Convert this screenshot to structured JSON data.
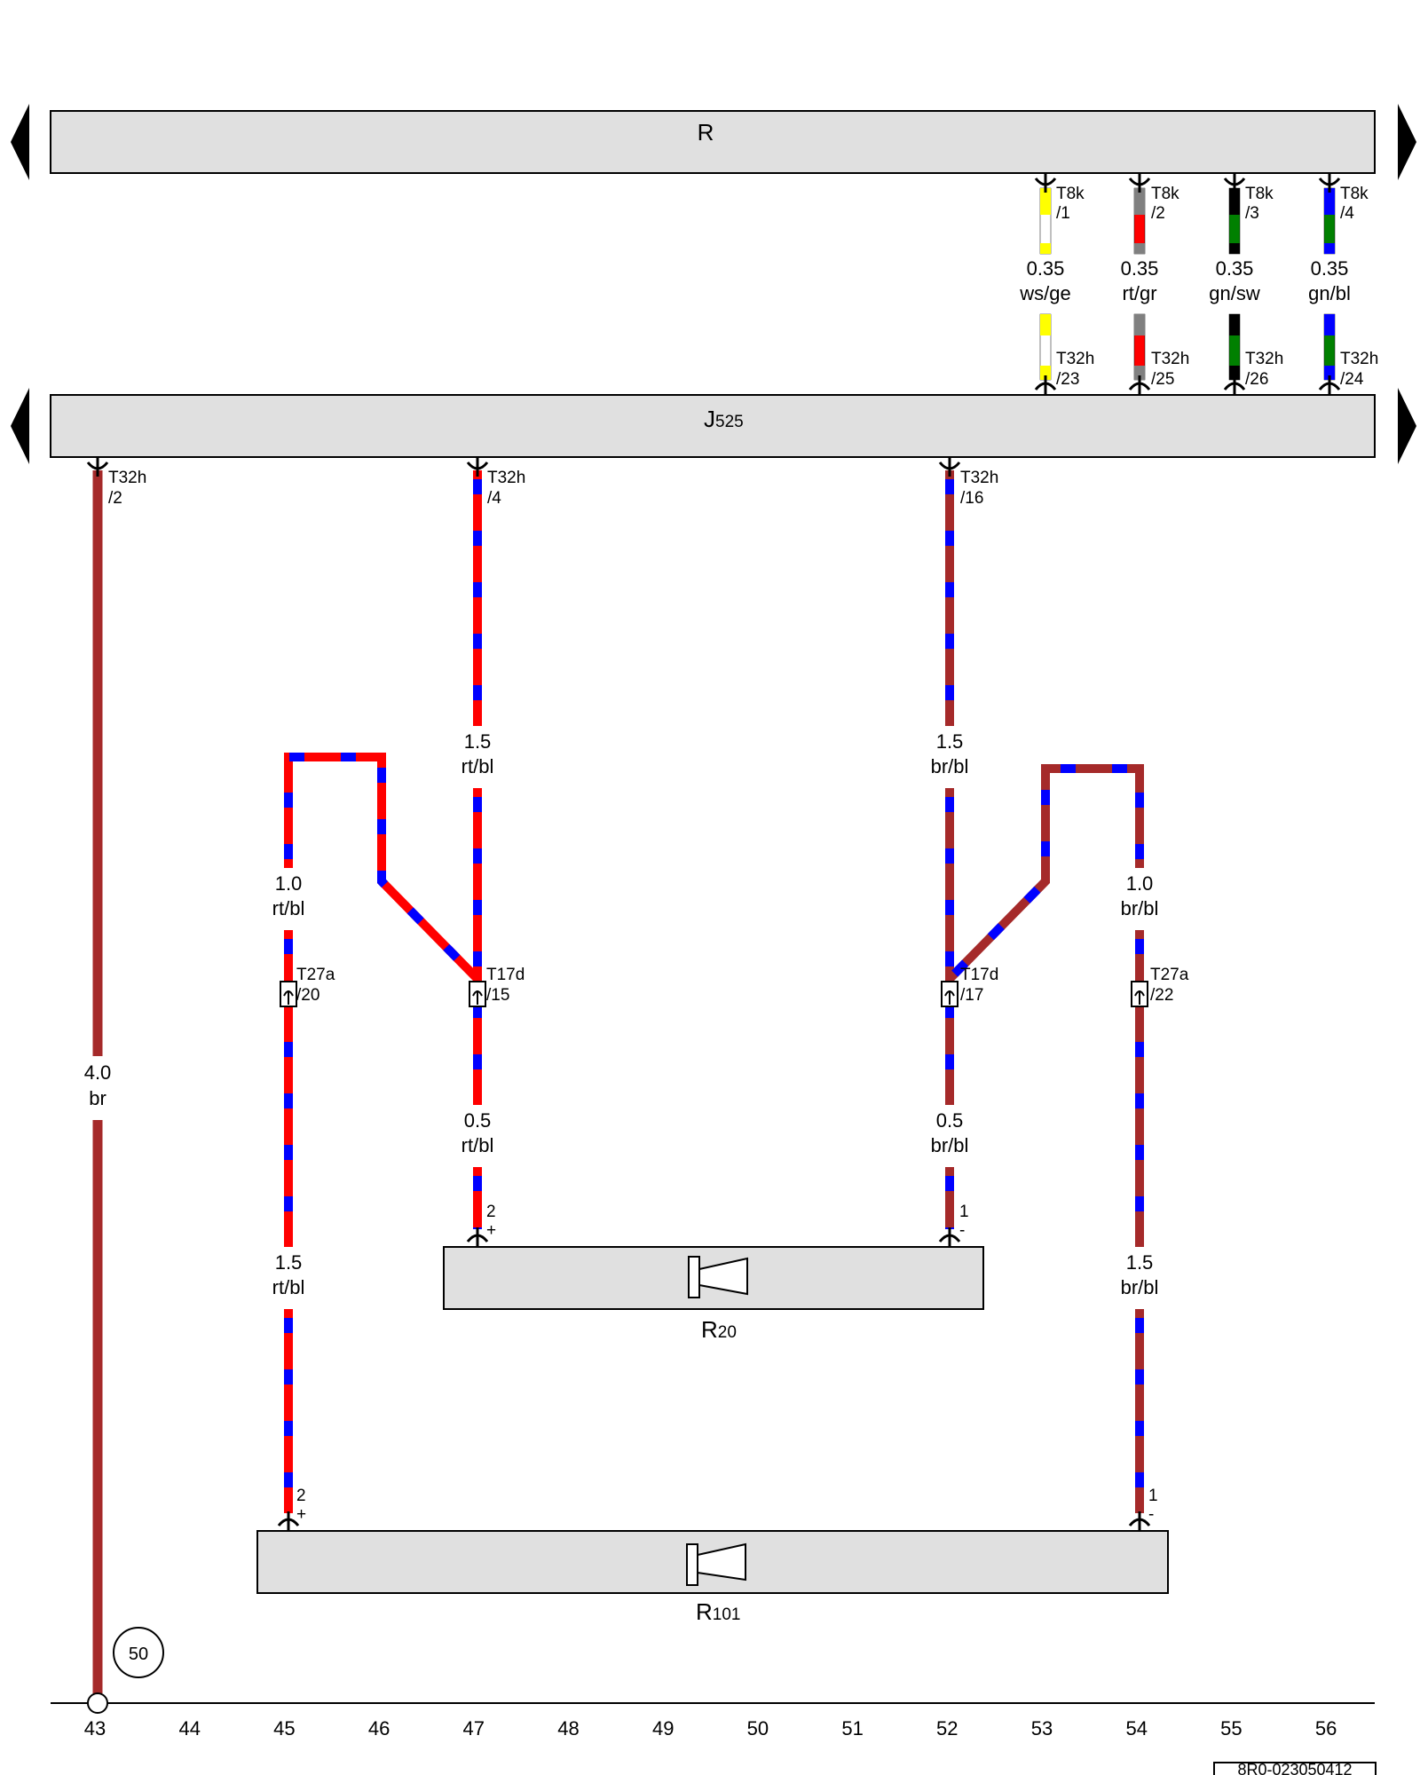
{
  "colors": {
    "red": "#ff0000",
    "blue": "#0000ff",
    "brown": "#a52a2a",
    "yellow": "#ffff00",
    "grey": "#808080",
    "black": "#000000",
    "green": "#008000",
    "white": "#ffffff",
    "box_fill": "#e0e0e0"
  },
  "components": {
    "relay_R": {
      "label": "R",
      "sub": ""
    },
    "unit_J": {
      "label": "J",
      "sub": "525"
    },
    "spk_R20": {
      "label": "R",
      "sub": "20"
    },
    "spk_R101": {
      "label": "R",
      "sub": "101"
    }
  },
  "connectors_top": [
    {
      "id": "t8k-1",
      "upper": "T8k",
      "lower": "/1",
      "wire_size": "0.35",
      "wire_color": "ws/ge",
      "bottom_upper": "T32h",
      "bottom_lower": "/23",
      "c1": "yellow",
      "c2": "white"
    },
    {
      "id": "t8k-2",
      "upper": "T8k",
      "lower": "/2",
      "wire_size": "0.35",
      "wire_color": "rt/gr",
      "bottom_upper": "T32h",
      "bottom_lower": "/25",
      "c1": "grey",
      "c2": "red"
    },
    {
      "id": "t8k-3",
      "upper": "T8k",
      "lower": "/3",
      "wire_size": "0.35",
      "wire_color": "gn/sw",
      "bottom_upper": "T32h",
      "bottom_lower": "/26",
      "c1": "black",
      "c2": "green"
    },
    {
      "id": "t8k-4",
      "upper": "T8k",
      "lower": "/4",
      "wire_size": "0.35",
      "wire_color": "gn/bl",
      "bottom_upper": "T32h",
      "bottom_lower": "/24",
      "c1": "blue",
      "c2": "green"
    }
  ],
  "j525_pins": [
    {
      "id": "pin2",
      "upper": "T32h",
      "lower": "/2"
    },
    {
      "id": "pin4",
      "upper": "T32h",
      "lower": "/4"
    },
    {
      "id": "pin16",
      "upper": "T32h",
      "lower": "/16"
    }
  ],
  "wires": {
    "ground_br": {
      "size": "4.0",
      "color": "br"
    },
    "w47_upper": {
      "size": "1.5",
      "color": "rt/bl"
    },
    "w47_lower": {
      "size": "0.5",
      "color": "rt/bl"
    },
    "w52_upper": {
      "size": "1.5",
      "color": "br/bl"
    },
    "w52_lower": {
      "size": "0.5",
      "color": "br/bl"
    },
    "w45_upper": {
      "size": "1.0",
      "color": "rt/bl"
    },
    "w45_lower": {
      "size": "1.5",
      "color": "rt/bl"
    },
    "w54_upper": {
      "size": "1.0",
      "color": "br/bl"
    },
    "w54_lower": {
      "size": "1.5",
      "color": "br/bl"
    }
  },
  "splices": {
    "t27a_20": {
      "upper": "T27a",
      "lower": "/20"
    },
    "t17d_15": {
      "upper": "T17d",
      "lower": "/15"
    },
    "t17d_17": {
      "upper": "T17d",
      "lower": "/17"
    },
    "t27a_22": {
      "upper": "T27a",
      "lower": "/22"
    }
  },
  "speaker_pins": {
    "r20_left": {
      "num": "2",
      "sign": "+"
    },
    "r20_right": {
      "num": "1",
      "sign": "-"
    },
    "r101_left": {
      "num": "2",
      "sign": "+"
    },
    "r101_right": {
      "num": "1",
      "sign": "-"
    }
  },
  "ground_point": "50",
  "track_numbers": [
    "43",
    "44",
    "45",
    "46",
    "47",
    "48",
    "49",
    "50",
    "51",
    "52",
    "53",
    "54",
    "55",
    "56"
  ],
  "doc_id": "8R0-023050412"
}
